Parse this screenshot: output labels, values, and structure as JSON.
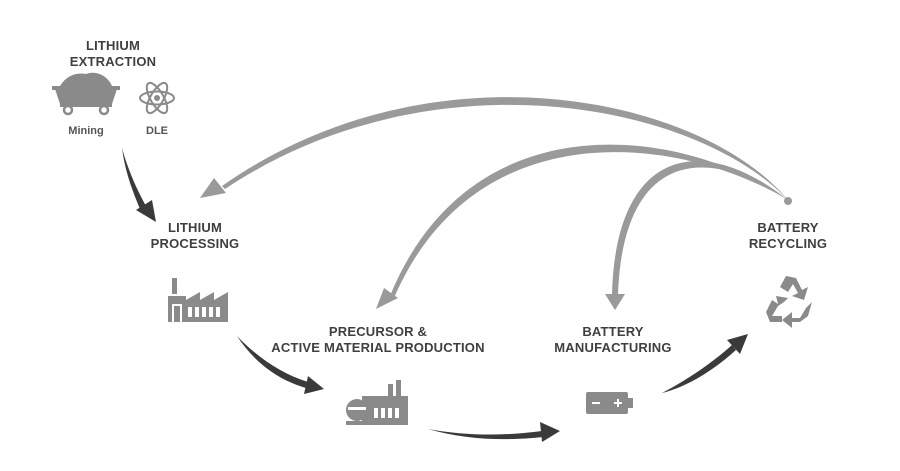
{
  "stages": {
    "extraction": {
      "line1": "LITHIUM",
      "line2": "EXTRACTION"
    },
    "processing": {
      "line1": "LITHIUM",
      "line2": "PROCESSING"
    },
    "precursor": {
      "line1": "PRECURSOR &",
      "line2": "ACTIVE MATERIAL PRODUCTION"
    },
    "manufacturing": {
      "line1": "BATTERY",
      "line2": "MANUFACTURING"
    },
    "recycling": {
      "line1": "BATTERY",
      "line2": "RECYCLING"
    }
  },
  "extraction_methods": {
    "mining": "Mining",
    "dle": "DLE"
  },
  "icons": [
    "mine-cart-icon",
    "atom-icon",
    "factory-icon",
    "chemical-plant-icon",
    "battery-icon",
    "recycle-icon"
  ],
  "colors": {
    "forward_arrow": "#3a3a3a",
    "recycle_arrow": "#9a9a9a",
    "text": "#3f3f3f",
    "icon": "#8a8a8a"
  }
}
